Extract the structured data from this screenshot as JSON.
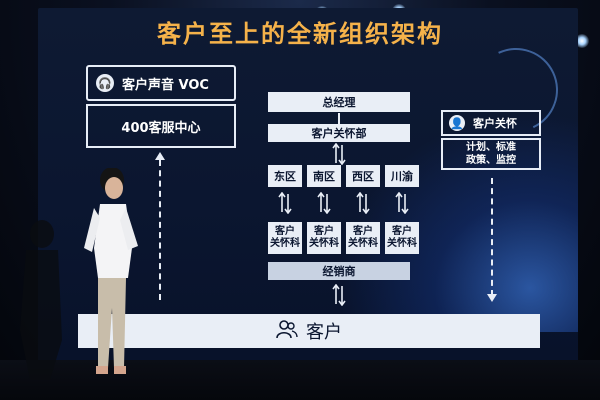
{
  "slide": {
    "title": "客户至上的全新组织架构",
    "left_panel": {
      "header": "客户声音 VOC",
      "body": "400客服中心",
      "icon": "headset-icon"
    },
    "right_panel": {
      "header": "客户关怀",
      "body_line1": "计划、标准",
      "body_line2": "政策、监控",
      "icon": "person-icon"
    },
    "center": {
      "top": "总经理",
      "dept": "客户关怀部",
      "regions": [
        "东区",
        "南区",
        "西区",
        "川渝"
      ],
      "section_line1": "客户",
      "section_line2": "关怀科",
      "dealer": "经销商"
    },
    "bottom": {
      "label": "客户",
      "icon": "people-icon"
    }
  },
  "colors": {
    "title": "#f5b24a",
    "box_fill": "#e9eef6",
    "screen_bg": "#0b1630"
  }
}
